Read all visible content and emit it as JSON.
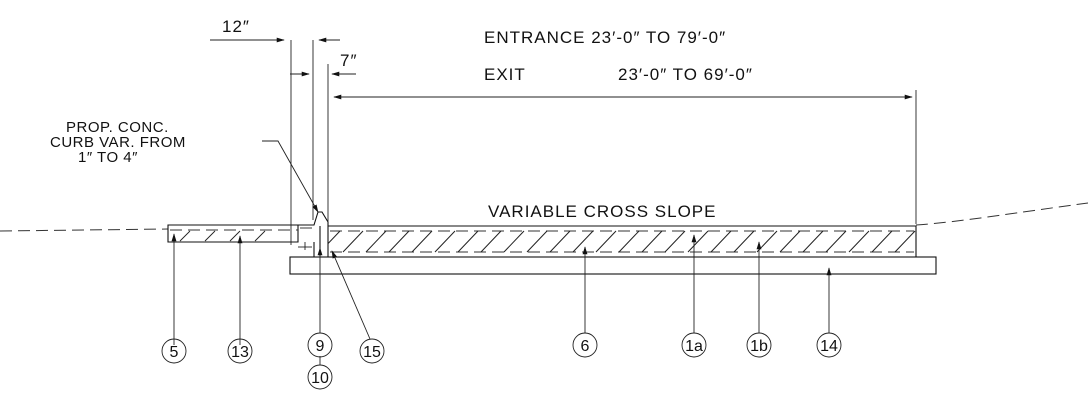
{
  "dimensions": {
    "top_offset": "12″",
    "curb_width": "7″",
    "entrance": "ENTRANCE 23′-0″ TO 79′-0″",
    "exit_label": "EXIT",
    "exit_value": "23′-0″ TO 69′-0″"
  },
  "notes": {
    "curb_line1": "PROP. CONC.",
    "curb_line2": "CURB VAR. FROM",
    "curb_line3": "1″ TO 4″",
    "cross_slope": "VARIABLE CROSS SLOPE"
  },
  "callouts": [
    "5",
    "13",
    "9",
    "10",
    "15",
    "6",
    "1a",
    "1b",
    "14"
  ],
  "colors": {
    "ink": "#111111",
    "background": "#ffffff"
  }
}
